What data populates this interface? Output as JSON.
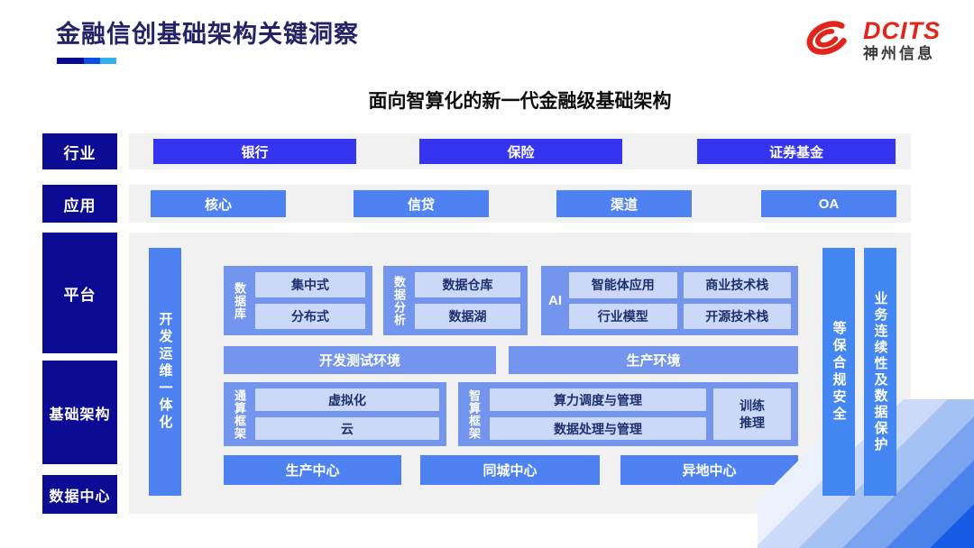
{
  "slide": {
    "title": "金融信创基础架构关键洞察",
    "subtitle": "面向智算化的新一代金融级基础架构"
  },
  "logo": {
    "brand": "DCITS",
    "company": "神州信息"
  },
  "left_labels": {
    "industry": "行业",
    "application": "应用",
    "platform": "平台",
    "infrastructure": "基础架构",
    "datacenter": "数据中心"
  },
  "industry_row": [
    "银行",
    "保险",
    "证券基金"
  ],
  "application_row": [
    "核心",
    "信贷",
    "渠道",
    "OA"
  ],
  "pillars": {
    "devops": "开发运维一体化",
    "security": "等保合规安全",
    "continuity": "业务连续性及数据保护"
  },
  "platform_section": {
    "database": {
      "label": "数据库",
      "items": [
        "集中式",
        "分布式"
      ]
    },
    "analytics": {
      "label": "数据分析",
      "items": [
        "数据仓库",
        "数据湖"
      ]
    },
    "ai": {
      "label": "AI",
      "items": [
        "智能体应用",
        "商业技术栈",
        "行业模型",
        "开源技术栈"
      ]
    },
    "dev_env": "开发测试环境",
    "prod_env": "生产环境"
  },
  "infra_section": {
    "general": {
      "label": "通算框架",
      "items": [
        "虚拟化",
        "云"
      ]
    },
    "intelligent": {
      "label": "智算框架",
      "items": [
        "算力调度与管理",
        "数据处理与管理"
      ],
      "side": "训练\n推理"
    }
  },
  "datacenter_row": [
    "生产中心",
    "同城中心",
    "异地中心"
  ],
  "colors": {
    "navy": "#0B0B93",
    "title_navy": "#232366",
    "vivid_blue": "#3534F0",
    "mid_blue": "#4E82F2",
    "pillar_blue": "#4486F2",
    "group_blue": "#7395EE",
    "chip_light": "#CBD8F7",
    "chip_text": "#20306E",
    "panel_gray": "#F1F1F2",
    "brand_red": "#E1251B",
    "underline": [
      "#0A0A8C",
      "#0C4FE0",
      "#34B1EA"
    ]
  }
}
